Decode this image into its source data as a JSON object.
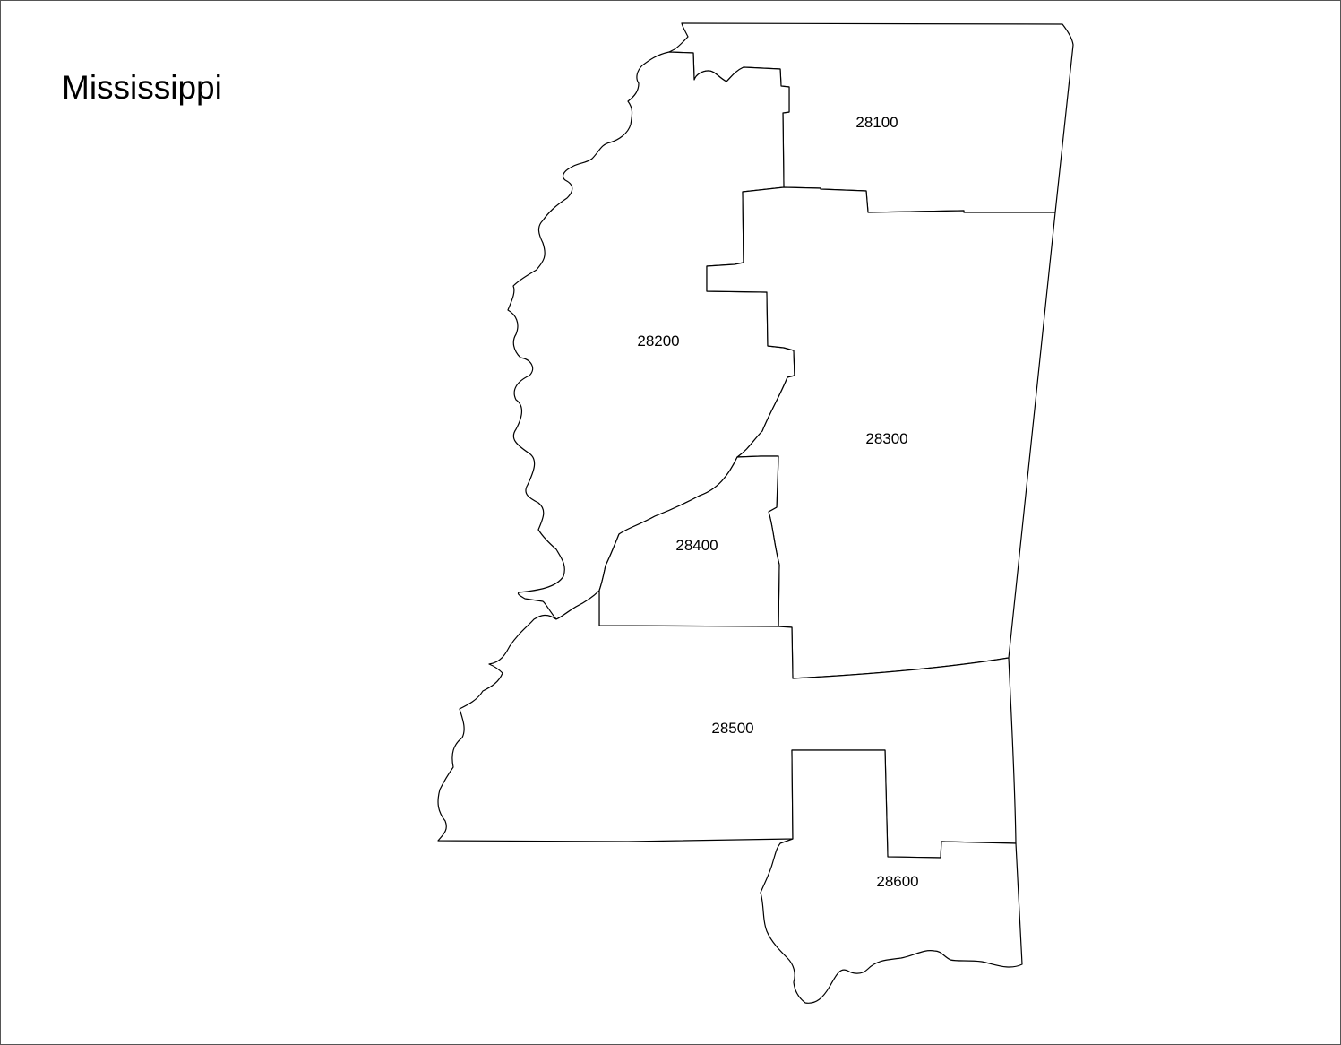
{
  "map": {
    "title": "Mississippi",
    "regions": [
      {
        "id": "r28100",
        "label": "28100"
      },
      {
        "id": "r28200",
        "label": "28200"
      },
      {
        "id": "r28300",
        "label": "28300"
      },
      {
        "id": "r28400",
        "label": "28400"
      },
      {
        "id": "r28500",
        "label": "28500"
      },
      {
        "id": "r28600",
        "label": "28600"
      }
    ],
    "colors": {
      "outline": "#000000",
      "fill": "#ffffff",
      "frame": "#555555"
    }
  }
}
